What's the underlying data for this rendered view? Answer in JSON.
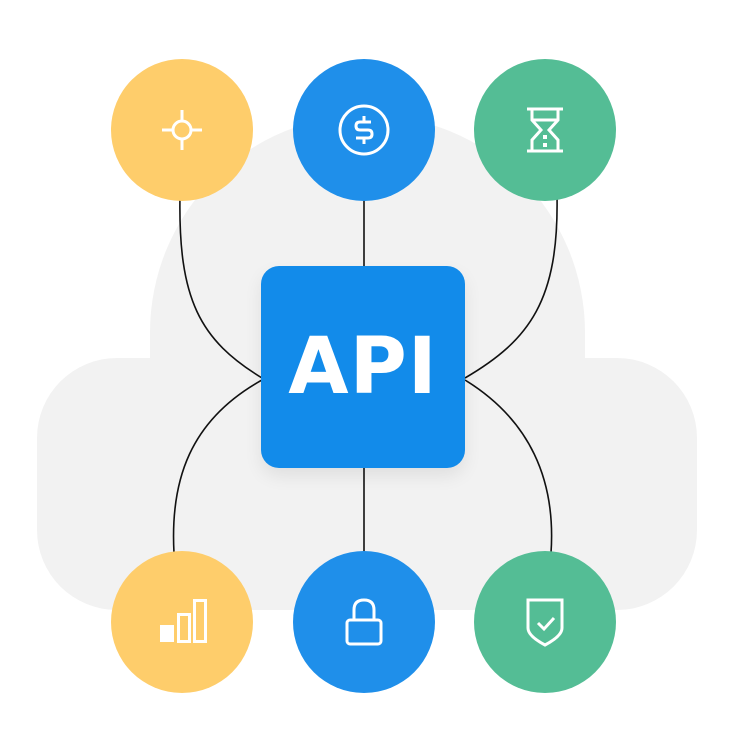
{
  "diagram": {
    "center": {
      "label": "API",
      "color": "#128bea"
    },
    "colors": {
      "yellow": "#fecd6b",
      "blue": "#1f8fea",
      "green": "#54bd95",
      "cloud": "#f2f2f2",
      "line": "#111111",
      "icon": "#ffffff"
    },
    "nodes": [
      {
        "id": "target",
        "icon": "crosshair-icon",
        "position": "top-left",
        "color": "#fecd6b"
      },
      {
        "id": "payment",
        "icon": "dollar-coin-icon",
        "position": "top-center",
        "color": "#1f8fea"
      },
      {
        "id": "time",
        "icon": "hourglass-icon",
        "position": "top-right",
        "color": "#54bd95"
      },
      {
        "id": "analytics",
        "icon": "bar-chart-icon",
        "position": "bottom-left",
        "color": "#fecd6b"
      },
      {
        "id": "security",
        "icon": "padlock-icon",
        "position": "bottom-center",
        "color": "#1f8fea"
      },
      {
        "id": "protection",
        "icon": "shield-check-icon",
        "position": "bottom-right",
        "color": "#54bd95"
      }
    ]
  }
}
